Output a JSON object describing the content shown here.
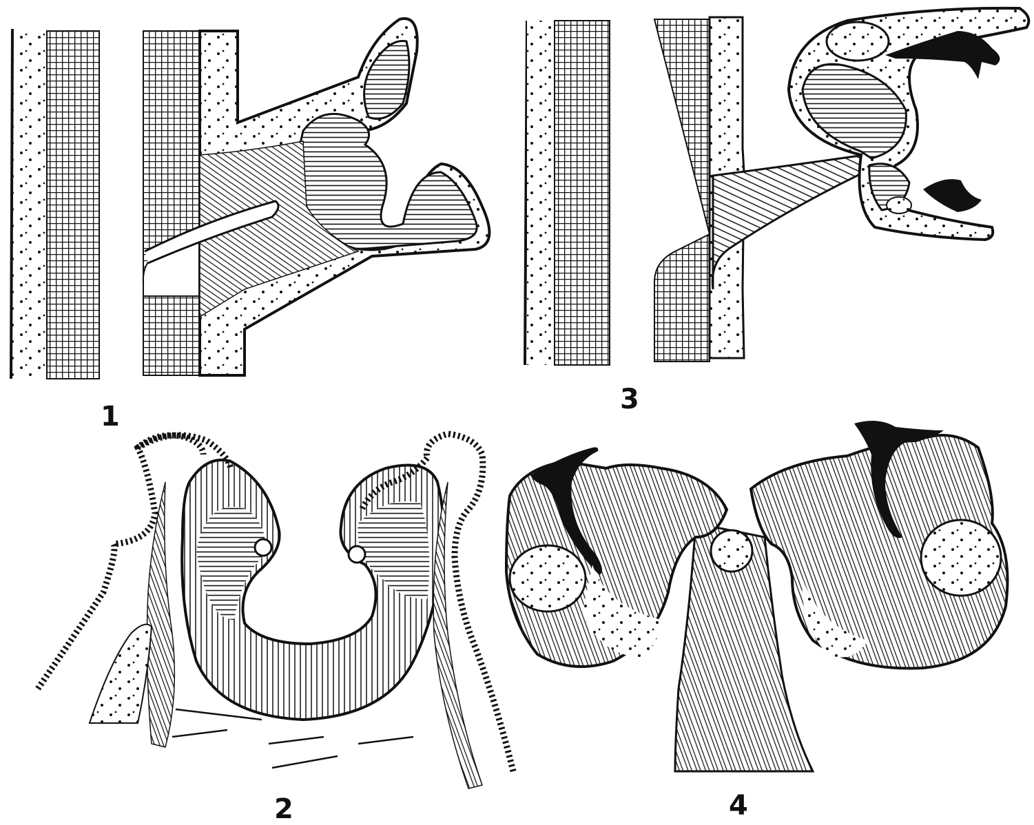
{
  "figure": {
    "panels": [
      {
        "label": "1"
      },
      {
        "label": "2"
      },
      {
        "label": "3"
      },
      {
        "label": "4"
      }
    ]
  }
}
